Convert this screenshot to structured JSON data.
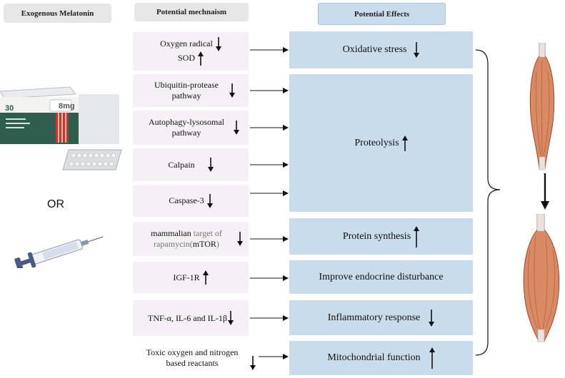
{
  "headers": {
    "melatonin": "Exogenous Melatonin",
    "mechanism": "Potential mechnaism",
    "effects": "Potential Effects"
  },
  "or_label": "OR",
  "pill_box": {
    "count": "30",
    "dose": "8mg"
  },
  "mechanisms": [
    {
      "lines": [
        "Oxygen radical",
        "SOD"
      ],
      "arrows": [
        "down",
        "up"
      ]
    },
    {
      "text": "Ubiquitin-protease pathway",
      "arrow": "down"
    },
    {
      "text": "Autophagy-lysosomal pathway",
      "arrow": "down"
    },
    {
      "text": "Calpain",
      "arrow": "down"
    },
    {
      "text": "Caspase-3",
      "arrow": "down"
    },
    {
      "part1": "mammalian",
      "part2": " target of rapamycin(",
      "part3": "mTOR",
      "part4": ")",
      "arrow": "down"
    },
    {
      "text": "IGF-1R",
      "arrow": "up"
    },
    {
      "text": "TNF-α, IL-6 and IL-1β",
      "arrow": "down"
    },
    {
      "text": "Toxic oxygen and nitrogen based reactants",
      "arrow": "down"
    }
  ],
  "effects": [
    {
      "text": "Oxidative stress",
      "arrow": "down"
    },
    {
      "text": "Proteolysis",
      "arrow": "up"
    },
    {
      "text": "Protein synthesis",
      "arrow": "up"
    },
    {
      "text": "Improve endocrine disturbance",
      "arrow": ""
    },
    {
      "text": "Inflammatory response",
      "arrow": "down"
    },
    {
      "text": "Mitochondrial function",
      "arrow": "up"
    }
  ],
  "colors": {
    "effect_box": "#c9dceb",
    "mechanism_box": "#f5f0f5",
    "muscle": "#d98a62",
    "box_green": "#2e5e4e",
    "box_red": "#c0392b"
  },
  "icons": [
    "medicine-box-icon",
    "blister-pack-icon",
    "syringe-icon",
    "muscle-atrophied-icon",
    "muscle-normal-icon"
  ]
}
